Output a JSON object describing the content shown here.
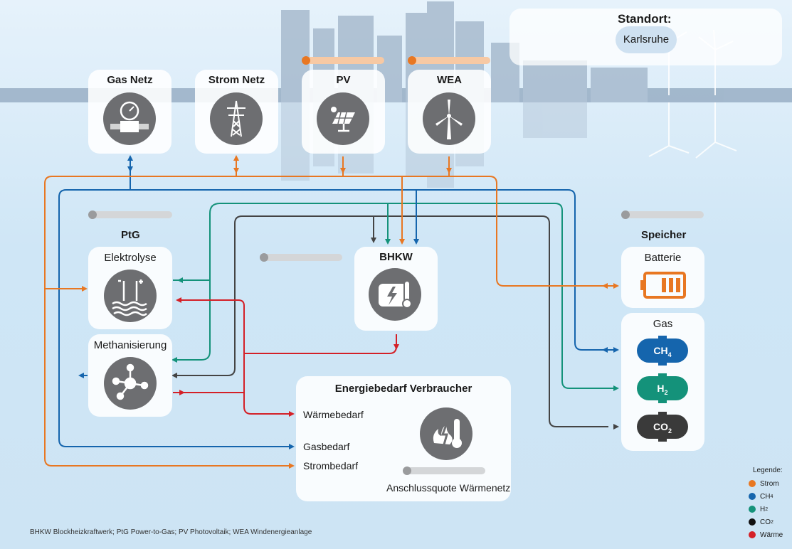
{
  "location": {
    "label": "Standort:",
    "value": "Karlsruhe"
  },
  "top_nodes": [
    {
      "title": "Gas Netz",
      "icon": "gas-meter-icon"
    },
    {
      "title": "Strom Netz",
      "icon": "power-pylon-icon"
    },
    {
      "title": "PV",
      "icon": "solar-panel-icon"
    },
    {
      "title": "WEA",
      "icon": "wind-turbine-icon"
    }
  ],
  "ptg": {
    "title": "PtG",
    "elektrolyse": "Elektrolyse",
    "methanisierung": "Methanisierung"
  },
  "bhkw": {
    "title": "BHKW"
  },
  "speicher": {
    "title": "Speicher",
    "batterie": "Batterie",
    "gas": "Gas",
    "tanks": [
      {
        "main": "CH",
        "sub": "4",
        "color": "#1565ad"
      },
      {
        "main": "H",
        "sub": "2",
        "color": "#14927a"
      },
      {
        "main": "CO",
        "sub": "2",
        "color": "#3a3a3a"
      }
    ]
  },
  "verbraucher": {
    "title": "Energiebedarf Verbraucher",
    "waerme": "Wärmebedarf",
    "gas": "Gasbedarf",
    "strom": "Strombedarf",
    "anschluss": "Anschlussquote Wärmenetz"
  },
  "legend": {
    "title": "Legende:",
    "items": [
      {
        "label": "Strom",
        "sub": "",
        "color": "#e87722"
      },
      {
        "label": "CH",
        "sub": "4",
        "color": "#1565ad"
      },
      {
        "label": "H",
        "sub": "2",
        "color": "#14927a"
      },
      {
        "label": "CO",
        "sub": "2",
        "color": "#111111"
      },
      {
        "label": "Wärme",
        "sub": "",
        "color": "#d42027"
      }
    ]
  },
  "footnote": "BHKW Blockheizkraftwerk; PtG Power-to-Gas; PV Photovoltaik; WEA Windenergieanlage",
  "colors": {
    "strom": "#e87722",
    "ch4": "#1565ad",
    "h2": "#14927a",
    "co2": "#444444",
    "waerme": "#d42027"
  }
}
